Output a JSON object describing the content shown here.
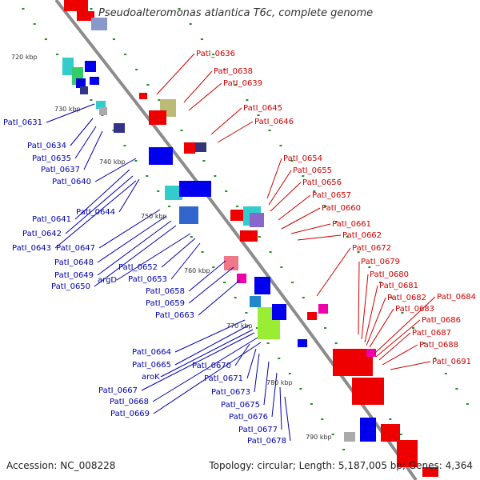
{
  "title": "Pseudoalteromonas atlantica T6c, complete genome",
  "accession": "Accession: NC_008228",
  "summary": "Topology: circular; Length: 5,187,005 bp; Genes: 4,364",
  "kbp_labels": [
    "720 kbp",
    "730 kbp",
    "740 kbp",
    "750 kbp",
    "760 kbp",
    "770 kbp",
    "780 kbp",
    "790 kbp"
  ],
  "forward_genes": [
    "PatI_0636",
    "PatI_0638",
    "PatI_0639",
    "PatI_0645",
    "PatI_0646",
    "PatI_0654",
    "PatI_0655",
    "PatI_0656",
    "PatI_0657",
    "PatI_0660",
    "PatI_0661",
    "PatI_0662",
    "PatI_0672",
    "PatI_0679",
    "PatI_0680",
    "PatI_0681",
    "PatI_0682",
    "PatI_0683",
    "PatI_0684",
    "PatI_0686",
    "PatI_0687",
    "PatI_0688",
    "PatI_0691"
  ],
  "reverse_genes": [
    "PatI_0631",
    "PatI_0634",
    "PatI_0635",
    "PatI_0637",
    "PatI_0640",
    "PatI_0641",
    "PatI_0644",
    "PatI_0642",
    "PatI_0643",
    "PatI_0647",
    "PatI_0648",
    "PatI_0649",
    "PatI_0650",
    "argD",
    "PatI_0652",
    "PatI_0653",
    "PatI_0658",
    "PatI_0659",
    "PatI_0663",
    "PatI_0664",
    "PatI_0665",
    "aroK",
    "PatI_0667",
    "PatI_0668",
    "PatI_0669",
    "PatI_0670",
    "PatI_0671",
    "PatI_0673",
    "PatI_0675",
    "PatI_0676",
    "PatI_0677",
    "PatI_0678"
  ],
  "colors": {
    "forward_label": "#cc0000",
    "reverse_label": "#0000aa",
    "forward_feature": "#ee0000",
    "reverse_feature": "#0000ee",
    "backbone": "#888888",
    "gc_tick": "#228b22"
  }
}
